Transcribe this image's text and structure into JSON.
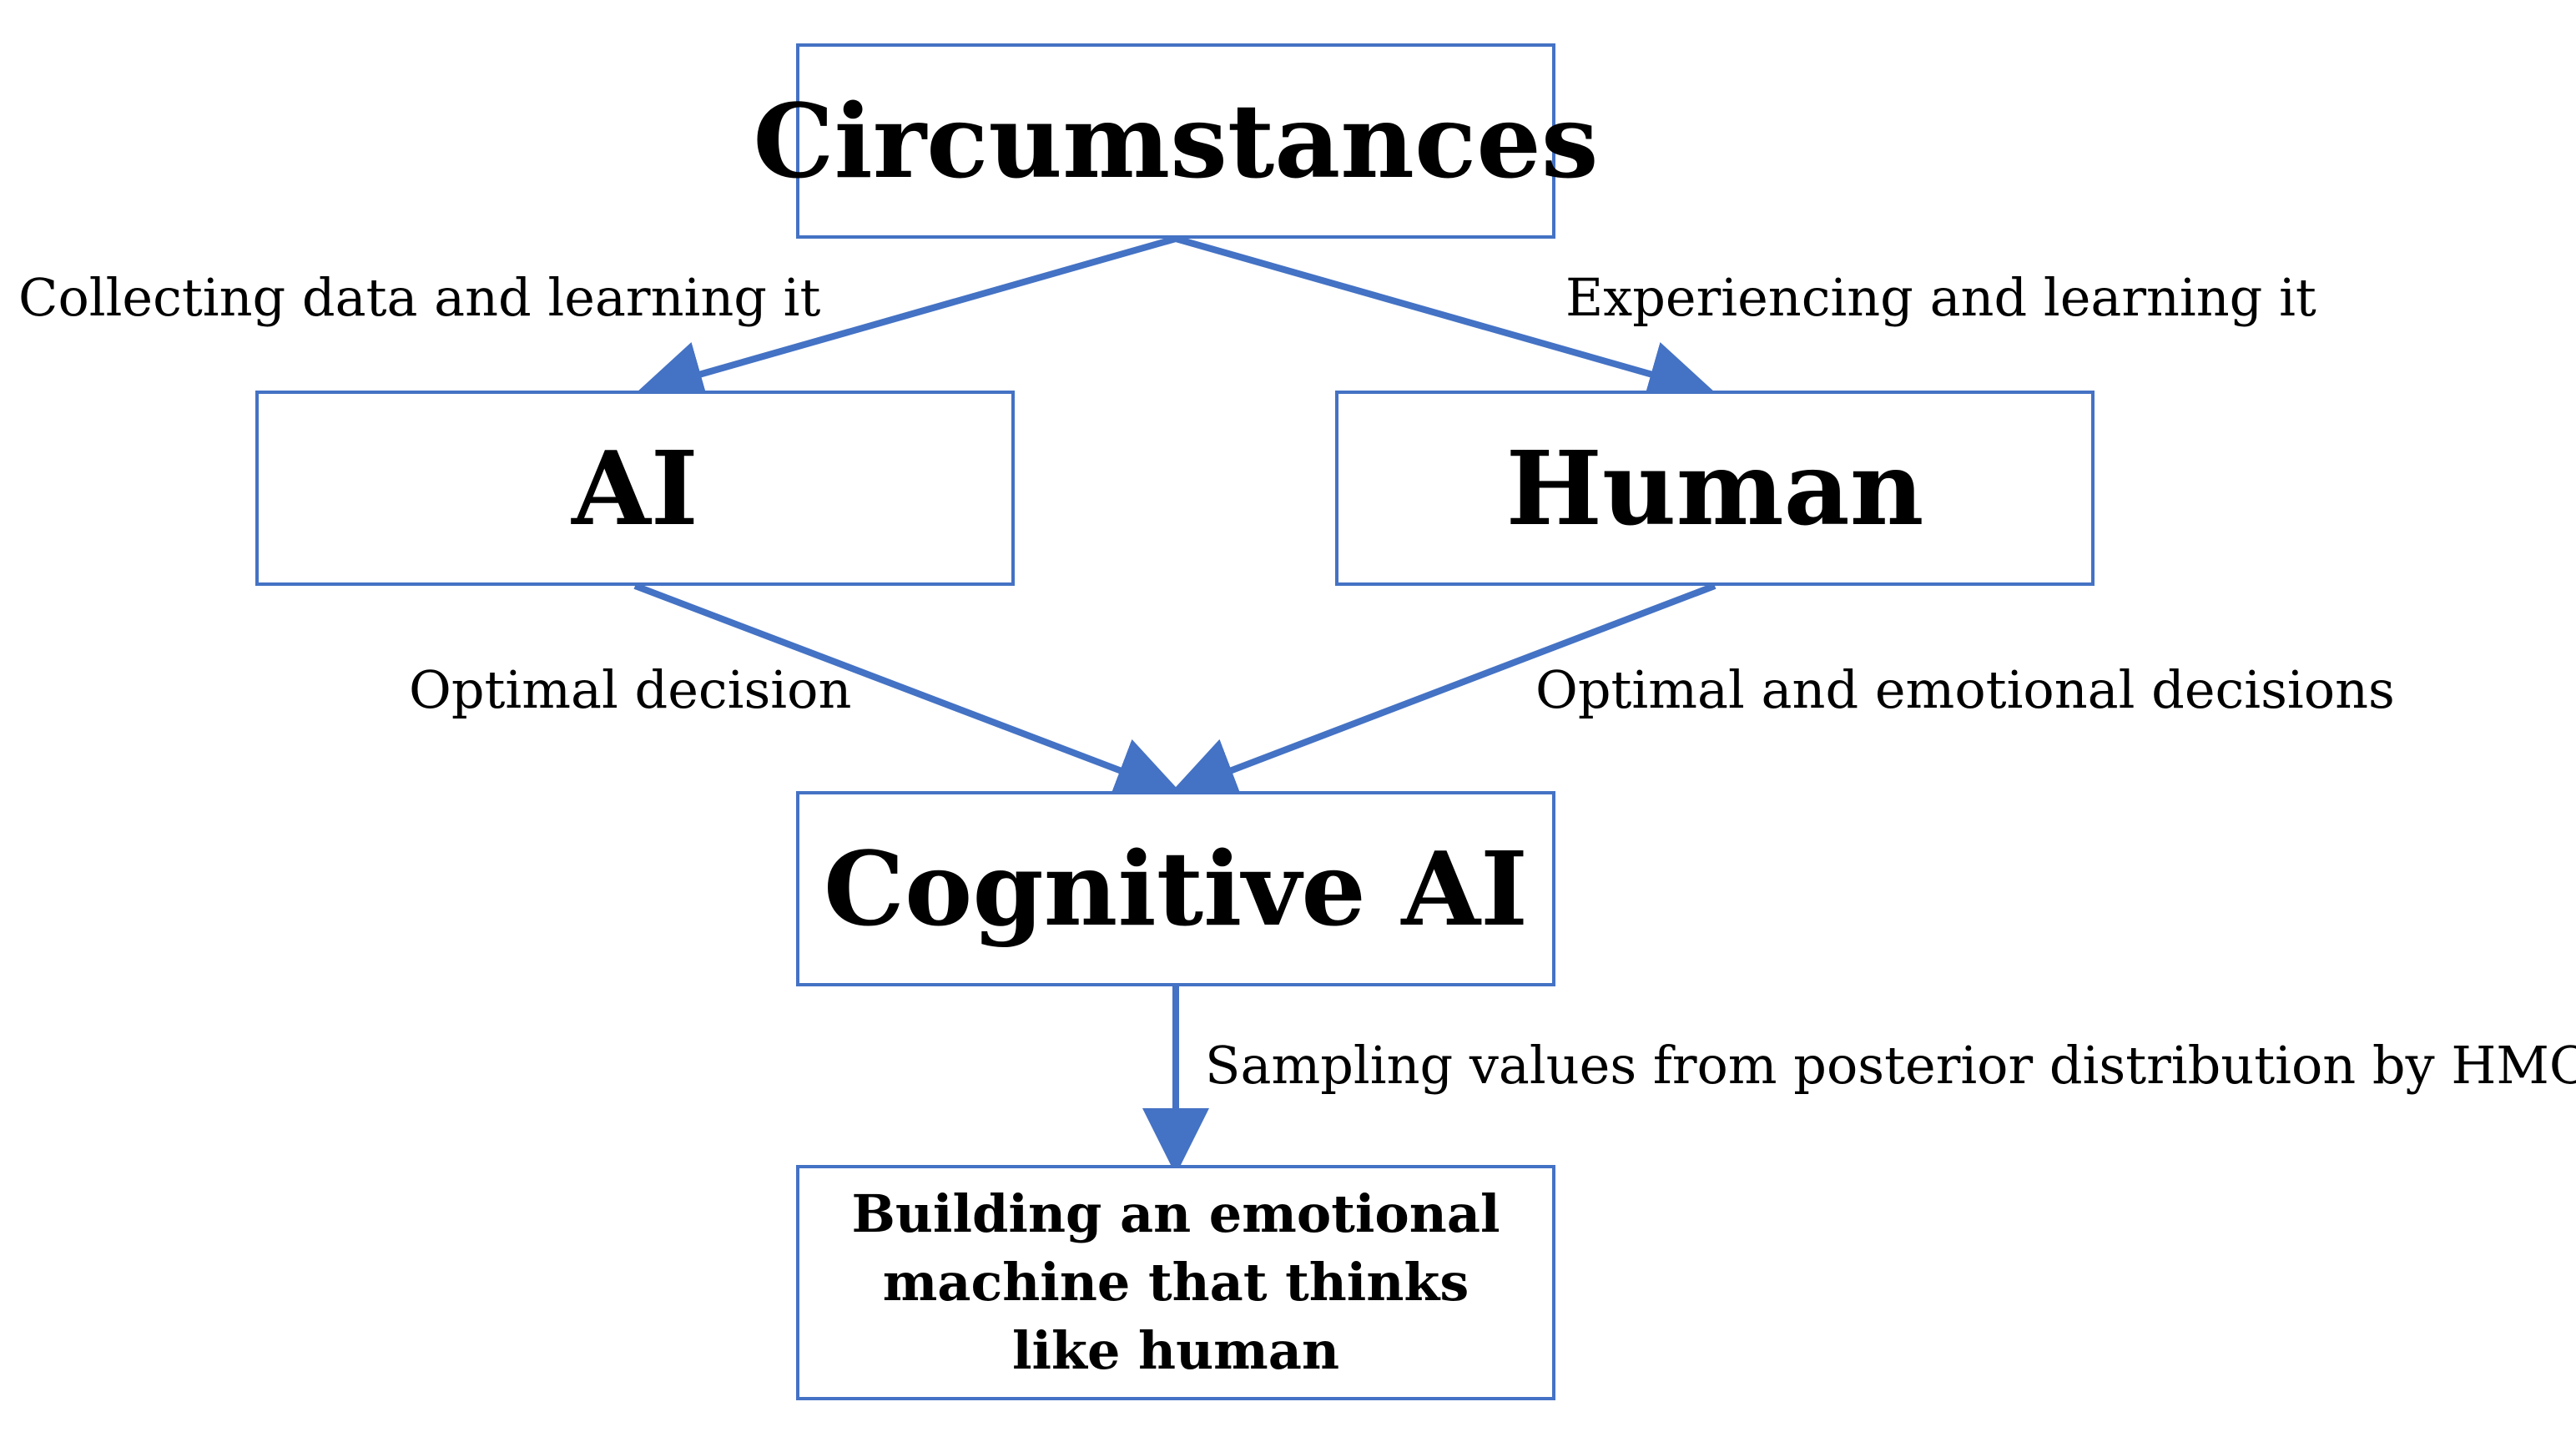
{
  "nodes": {
    "circumstances": "Circumstances",
    "ai": "AI",
    "human": "Human",
    "cognitive_ai": "Cognitive AI",
    "building": "Building an emotional machine that thinks like human"
  },
  "edges": {
    "collecting": "Collecting data and learning it",
    "experiencing": "Experiencing and learning it",
    "optimal": "Optimal decision",
    "optimal_emotional": "Optimal and emotional decisions",
    "sampling": "Sampling values from posterior distribution by HMC"
  },
  "colors": {
    "accent": "#4472C4"
  }
}
